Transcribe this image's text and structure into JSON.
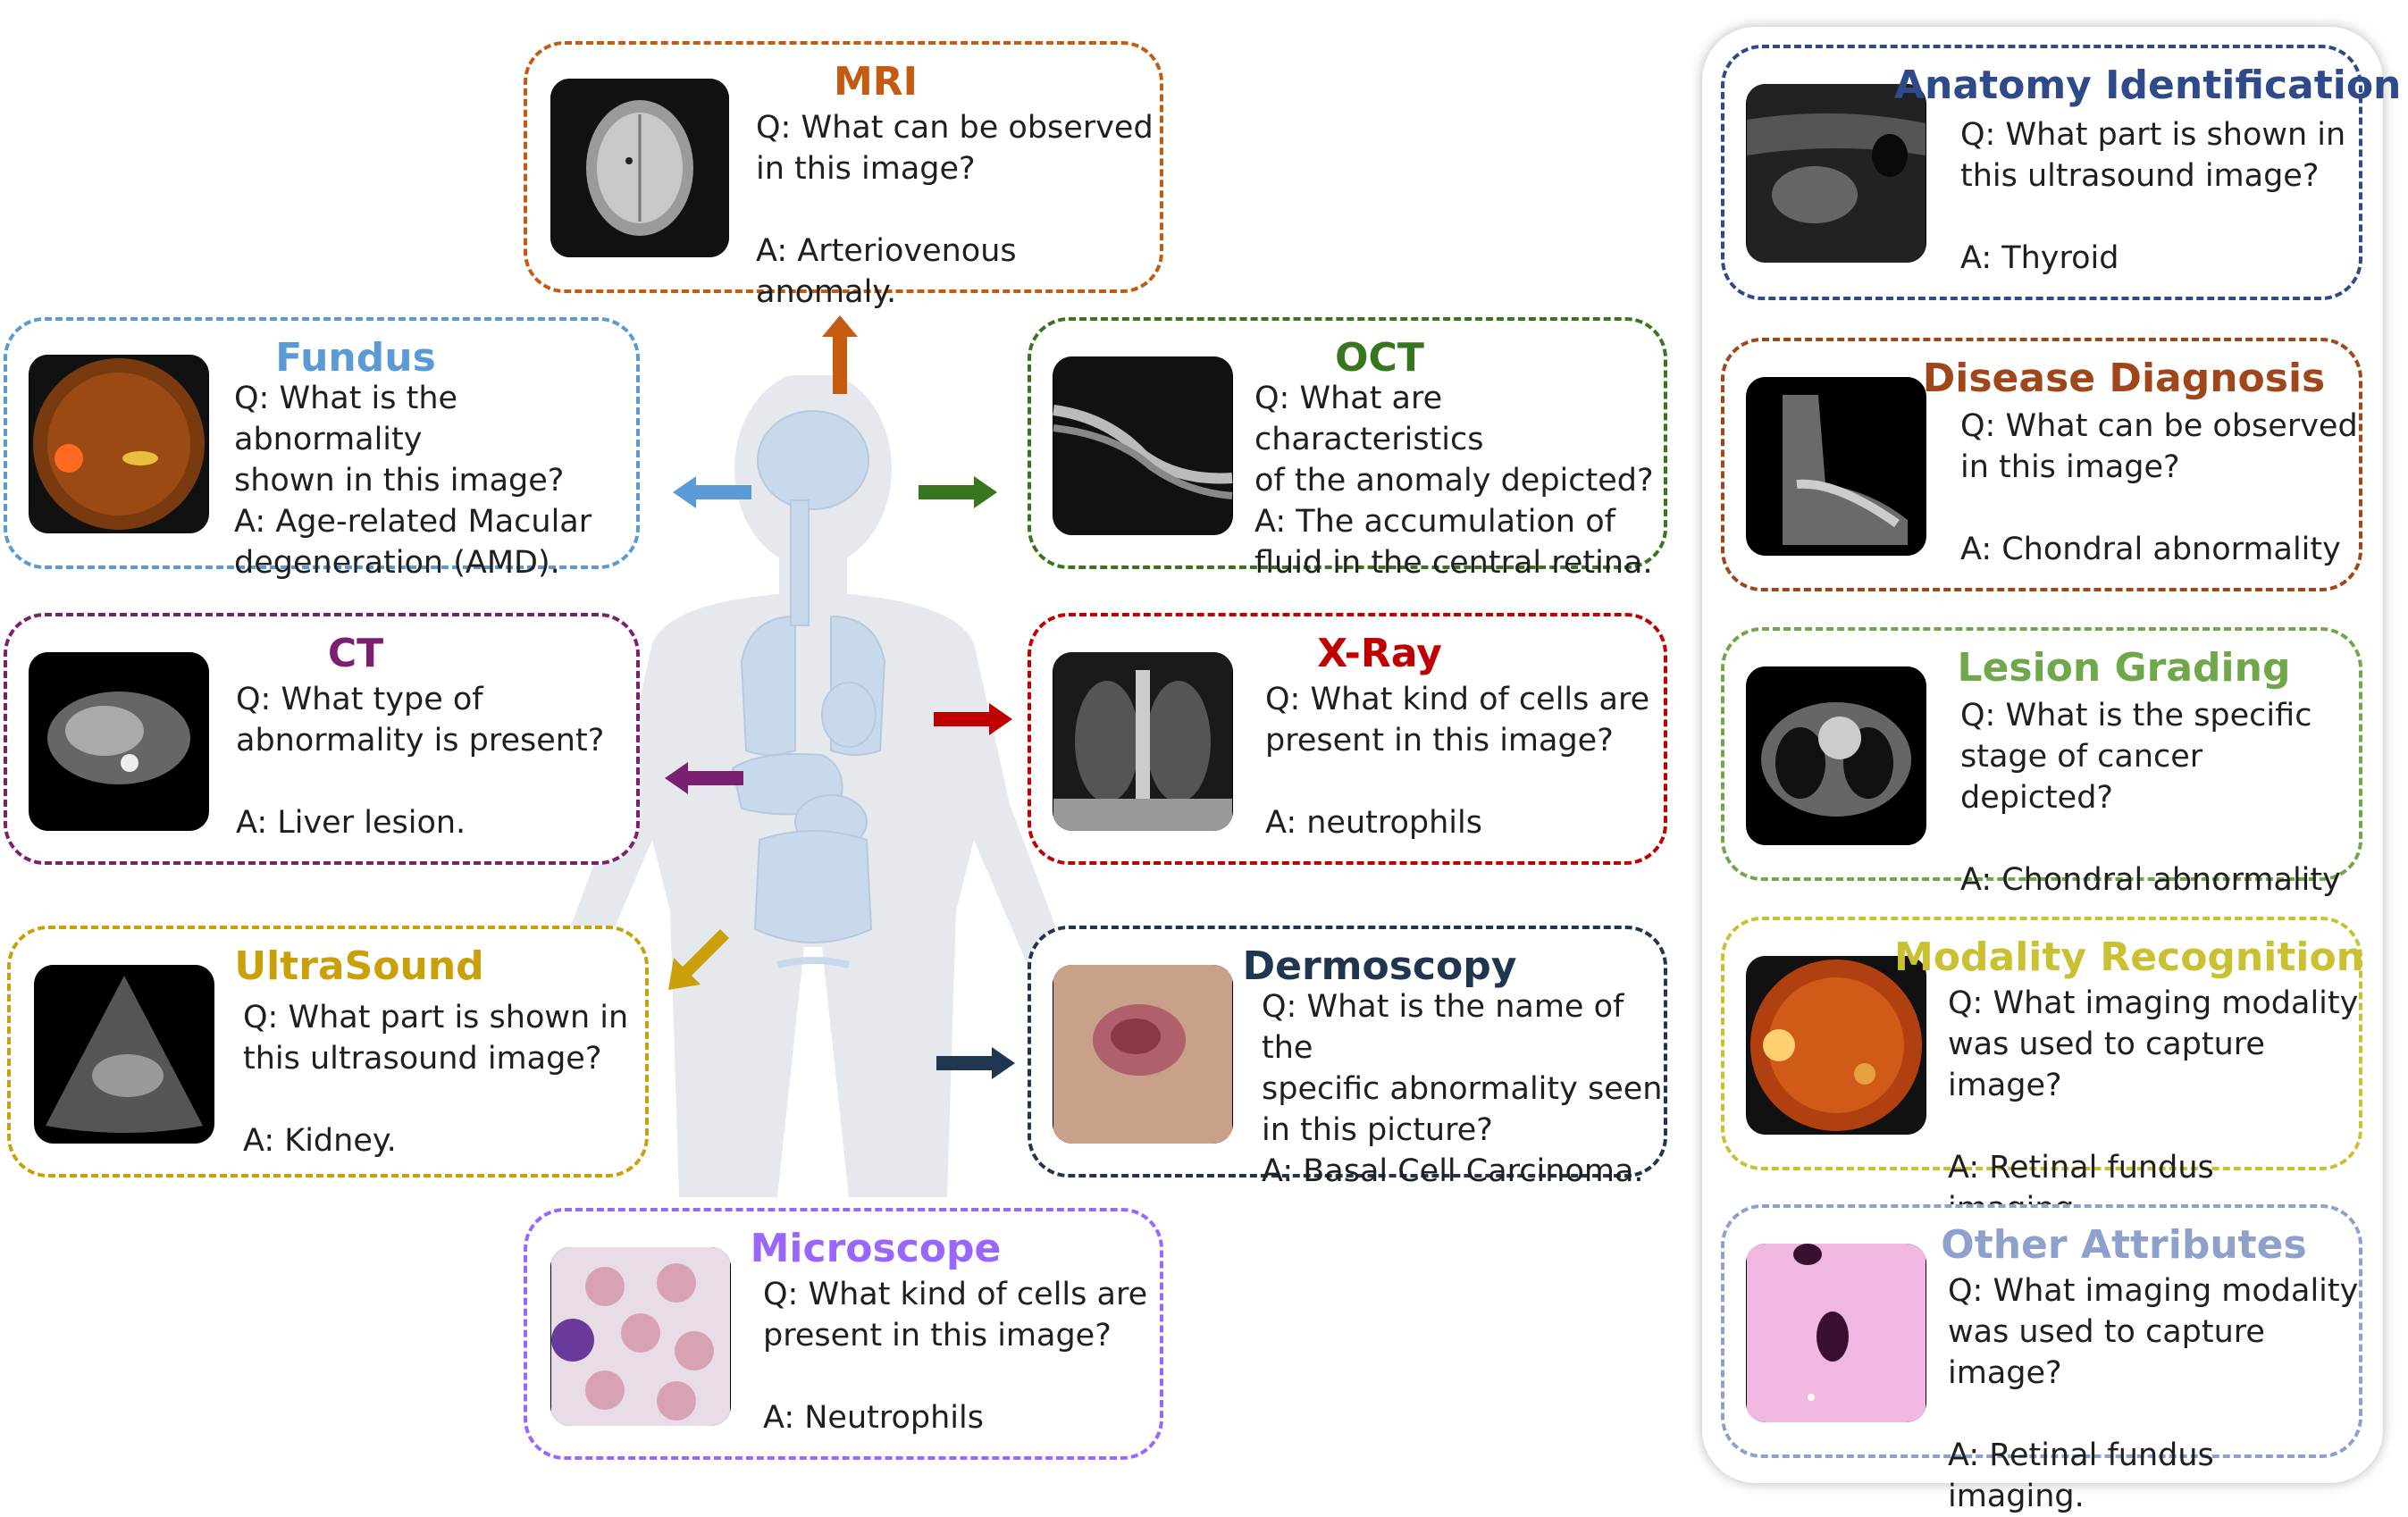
{
  "colors": {
    "mri": "#c55a11",
    "fundus": "#5b9bd5",
    "oct": "#38761d",
    "ct": "#7b2070",
    "xray": "#c00000",
    "ultrasound": "#c9a00a",
    "dermoscopy": "#1f3550",
    "microscope": "#9966ff",
    "anatomy": "#2e4a8a",
    "disease": "#a0461b",
    "lesion": "#70a74a",
    "modality": "#c9c032",
    "other": "#8ea0cc"
  },
  "modalities": {
    "mri": {
      "title": "MRI",
      "q1": "Q: What can be observed",
      "q2": "in this image?",
      "a1": "A: Arteriovenous anomaly."
    },
    "fundus": {
      "title": "Fundus",
      "q1": "Q: What is the abnormality",
      "q2": "shown in this image?",
      "a1": "A: Age-related Macular",
      "a2": "degeneration (AMD)."
    },
    "oct": {
      "title": "OCT",
      "q1": "Q: What are characteristics",
      "q2": "of the anomaly depicted?",
      "a1": "A: The accumulation of",
      "a2": "fluid in the central retina."
    },
    "ct": {
      "title": "CT",
      "q1": "Q: What type of",
      "q2": "abnormality is present?",
      "a1": "A: Liver lesion."
    },
    "xray": {
      "title": "X-Ray",
      "q1": "Q: What kind of cells are",
      "q2": "present in this image?",
      "a1": "A: neutrophils"
    },
    "ultrasound": {
      "title": "UltraSound",
      "q1": "Q: What part is shown in",
      "q2": "this ultrasound image?",
      "a1": "A: Kidney."
    },
    "dermoscopy": {
      "title": "Dermoscopy",
      "q1": "Q: What is the name of the",
      "q2": "specific abnormality seen",
      "q3": "in this picture?",
      "a1": "A: Basal Cell Carcinoma."
    },
    "microscope": {
      "title": "Microscope",
      "q1": "Q: What kind of cells are",
      "q2": "present in this image?",
      "a1": "A: Neutrophils"
    }
  },
  "tasks": {
    "anatomy": {
      "title": "Anatomy Identification",
      "q1": "Q: What part is shown in",
      "q2": "this ultrasound image?",
      "a1": "A: Thyroid"
    },
    "disease": {
      "title": "Disease Diagnosis",
      "q1": "Q: What can be observed",
      "q2": "in this image?",
      "a1": "A: Chondral abnormality"
    },
    "lesion": {
      "title": "Lesion Grading",
      "q1": "Q: What is the specific",
      "q2": "stage of cancer depicted?",
      "a1": "A: Chondral abnormality"
    },
    "modality": {
      "title": "Modality Recognition",
      "q1": "Q: What imaging modality",
      "q2": "was used to capture image?",
      "a1": "A: Retinal fundus imaging."
    },
    "other": {
      "title": "Other Attributes",
      "q1": "Q: What imaging modality",
      "q2": "was used to capture image?",
      "a1": "A: Retinal fundus imaging."
    }
  }
}
